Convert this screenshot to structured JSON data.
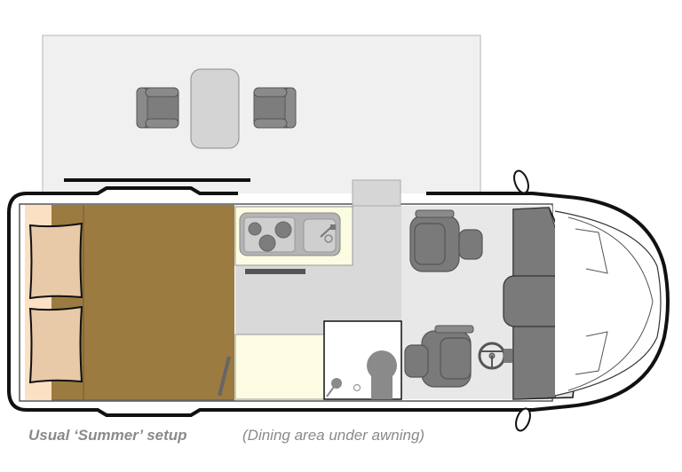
{
  "diagram": {
    "type": "campervan floor plan (top view)",
    "orientation": "rear on left, cab/front on right",
    "zones": [
      {
        "id": "awning-area",
        "label": "Dining area under awning",
        "contents": [
          "table",
          "chair",
          "chair"
        ]
      },
      {
        "id": "rear-bed",
        "contents": [
          "double bed",
          "pillow",
          "pillow"
        ]
      },
      {
        "id": "kitchen",
        "contents": [
          "3-burner hob",
          "sink with tap"
        ]
      },
      {
        "id": "washroom",
        "contents": [
          "toilet",
          "washbasin"
        ]
      },
      {
        "id": "cab",
        "contents": [
          "passenger seat (swivel)",
          "driver seat (swivel)",
          "steering wheel",
          "dashboard"
        ]
      }
    ]
  },
  "caption": {
    "title": "Usual ‘Summer’ setup",
    "note": "(Dining area under awning)"
  },
  "colors": {
    "bed": "#9c7b40",
    "pillow": "#e8c9a8",
    "rear_strip": "#fbe0c4",
    "counter": "#fcfce2",
    "floor": "#d9d9d9",
    "cab_floor": "#e8e8e8",
    "awning": "#f0f0f0",
    "seat": "#7a7a7a",
    "caption": "#8a8a8a"
  }
}
